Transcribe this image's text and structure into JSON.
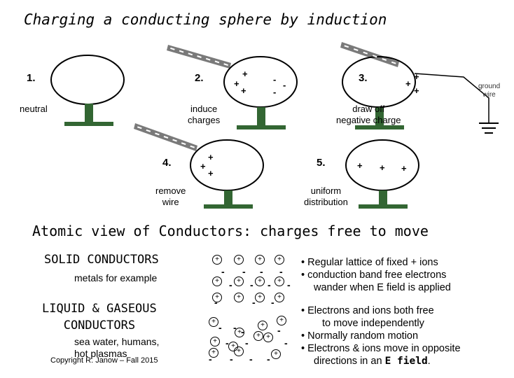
{
  "title": "Charging a conducting sphere by induction",
  "steps": {
    "s1": {
      "num": "1.",
      "label": "neutral"
    },
    "s2": {
      "num": "2.",
      "label_line1": "induce",
      "label_line2": "charges"
    },
    "s3": {
      "num": "3.",
      "label_line1": "draw off",
      "label_line2": "negative charge",
      "ground_line1": "ground",
      "ground_line2": "wire"
    },
    "s4": {
      "num": "4.",
      "label_line1": "remove",
      "label_line2": "wire"
    },
    "s5": {
      "num": "5.",
      "label_line1": "uniform",
      "label_line2": "distribution"
    }
  },
  "atomic_heading": "Atomic view of Conductors: charges free to move",
  "solid": {
    "heading": "SOLID CONDUCTORS",
    "sub": "metals for example",
    "bullets": [
      "• Regular lattice of fixed + ions",
      "• conduction band free electrons",
      "wander when E field is applied"
    ]
  },
  "liquid": {
    "heading_line1": "LIQUID & GASEOUS",
    "heading_line2": "CONDUCTORS",
    "sub_line1": "sea water, humans,",
    "sub_line2": "hot plasmas",
    "bullets": [
      "• Electrons and ions both free",
      "to move  independently",
      "• Normally random motion",
      "• Electrons & ions move in opposite",
      "directions in an "
    ],
    "field_word": "E field",
    "field_period": "."
  },
  "copyright": "Copyright R. Janow – Fall 2015",
  "symbols": {
    "plus": "+",
    "minus": "-"
  },
  "colors": {
    "rod": "#7a7a7a",
    "stand": "#336633"
  }
}
